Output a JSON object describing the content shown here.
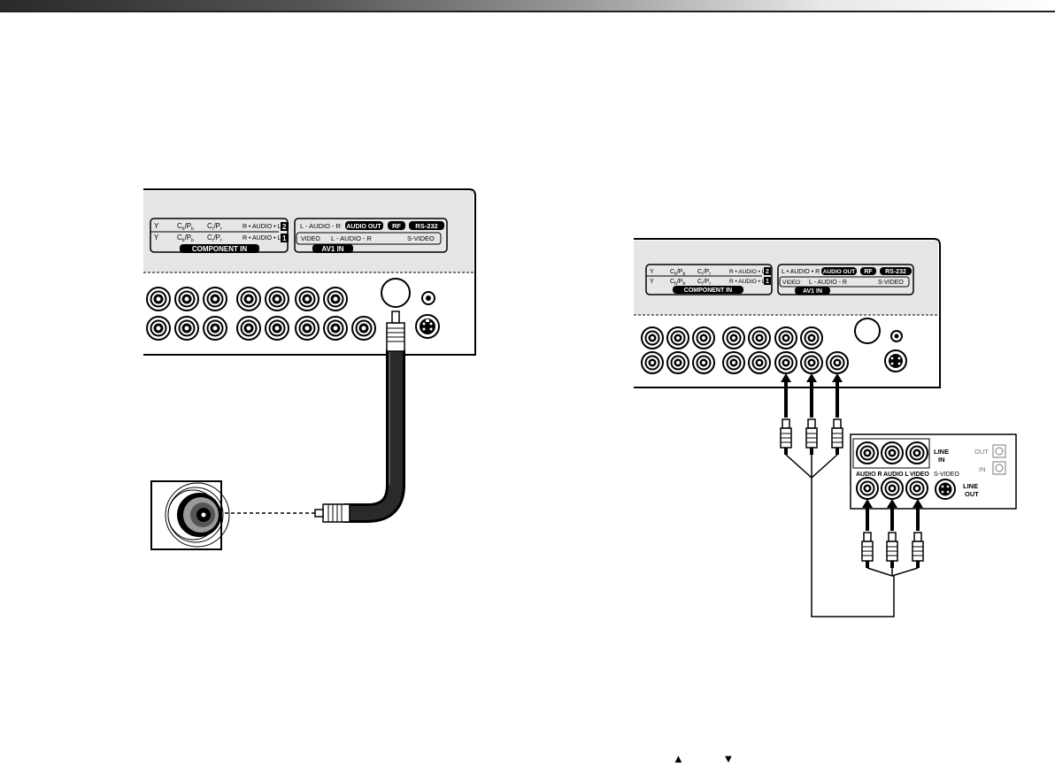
{
  "left_panel": {
    "component_header": {
      "y": "Y",
      "cb": "C",
      "cb_sub": "b",
      "pb": "/P",
      "pb_sub": "b",
      "cr": "C",
      "cr_sub": "r",
      "pr": "/P",
      "pr_sub": "r",
      "audio": "R • AUDIO • L",
      "row2": "2",
      "row1": "1",
      "component_in": "COMPONENT IN"
    },
    "av_header": {
      "audio_lr": "L - AUDIO - R",
      "audio_out": "AUDIO OUT",
      "rf": "RF",
      "rs232": "RS-232",
      "video": "VIDEO",
      "audio_lr2": "L - AUDIO - R",
      "svideo": "S-VIDEO",
      "av1_in": "AV1 IN"
    }
  },
  "right_panel": {
    "component_header": {
      "y": "Y",
      "cb": "C",
      "cb_sub": "b",
      "pb": "/P",
      "pb_sub": "b",
      "cr": "C",
      "cr_sub": "r",
      "pr": "/P",
      "pr_sub": "r",
      "audio": "R • AUDIO • L",
      "row2": "2",
      "row1": "1",
      "component_in": "COMPONENT IN"
    },
    "av_header": {
      "audio_lr": "L • AUDIO • R",
      "audio_out": "AUDIO OUT",
      "rf": "RF",
      "rs232": "RS-232",
      "video": "VIDEO",
      "audio_lr2": "L - AUDIO - R",
      "svideo": "S-VIDEO",
      "av1_in": "AV1 IN"
    }
  },
  "vcr": {
    "line_in": "LINE\nIN",
    "line_in_1": "LINE",
    "line_in_2": "IN",
    "out": "OUT",
    "in": "IN",
    "audio_r": "AUDIO R",
    "audio_l": "AUDIO L",
    "video": "VIDEO",
    "svideo": "S-VIDEO",
    "line_out_1": "LINE",
    "line_out_2": "OUT"
  },
  "footer_arrows": "▲ ▼"
}
